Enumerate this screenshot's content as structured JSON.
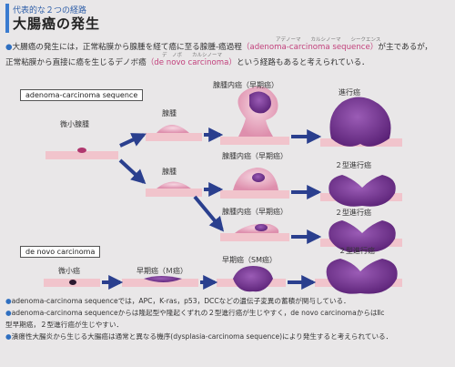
{
  "header": {
    "eyebrow": "代表的な２つの経路",
    "title": "大腸癌の発生"
  },
  "intro": {
    "bullet": "●",
    "line1_a": "大腸癌の発生には，正常粘膜から腺腫を経て癌に至る腺腫‐癌過程",
    "line1_pink": "（adenoma‐carcinoma sequence）",
    "line1_b": "が主であるが，",
    "line2_a": "正常粘膜から直接に癌を生じるデノボ癌",
    "line2_pink": "（de novo carcinoma）",
    "line2_b": "という経路もあると考えられている．",
    "ruby1": "アデノーマ　　カルシノーマ　　シークエンス",
    "ruby2": "デ　ノボ　　カルシノーマ"
  },
  "sections": {
    "sequence_tag": "adenoma-carcinoma sequence",
    "denovo_tag": "de novo carcinoma"
  },
  "stage_labels": {
    "micro_adenoma": "微小腺腫",
    "adenoma_top": "腺腫",
    "adenoma_mid": "腺腫",
    "intramucosal_top": "腺腫内癌（早期癌）",
    "intramucosal_mid": "腺腫内癌（早期癌）",
    "intramucosal_low": "腺腫内癌（早期癌）",
    "advanced": "進行癌",
    "type2_mid": "２型進行癌",
    "type2_low": "２型進行癌",
    "micro_cancer": "微小癌",
    "early_m": "早期癌（Ｍ癌）",
    "early_sm": "早期癌（SM癌）",
    "type2_denovo": "２型進行癌"
  },
  "notes": {
    "n1": "adenoma‐carcinoma sequenceでは，APC，K‐ras，p53，DCCなどの遺伝子変異の蓄積が関与している．",
    "n2": "adenoma‐carcinoma sequenceからは隆起型や隆起くずれの２型進行癌が生じやすく，de novo carcinomaからはⅡc",
    "n2b": "型早期癌，２型進行癌が生じやすい．",
    "n3": "潰瘍性大腸炎から生じる大腸癌は通常と異なる機序(dysplasia‐carcinoma sequence)により発生すると考えられている．"
  },
  "colors": {
    "mucosa": "#f1c4cc",
    "adenoma": "#e7a6bd",
    "cancer": "#6a2f86",
    "cancer_light": "#8d4fa6",
    "arrow": "#2a3f8e",
    "accent": "#3a7bd0",
    "pink_text": "#c2417c"
  }
}
